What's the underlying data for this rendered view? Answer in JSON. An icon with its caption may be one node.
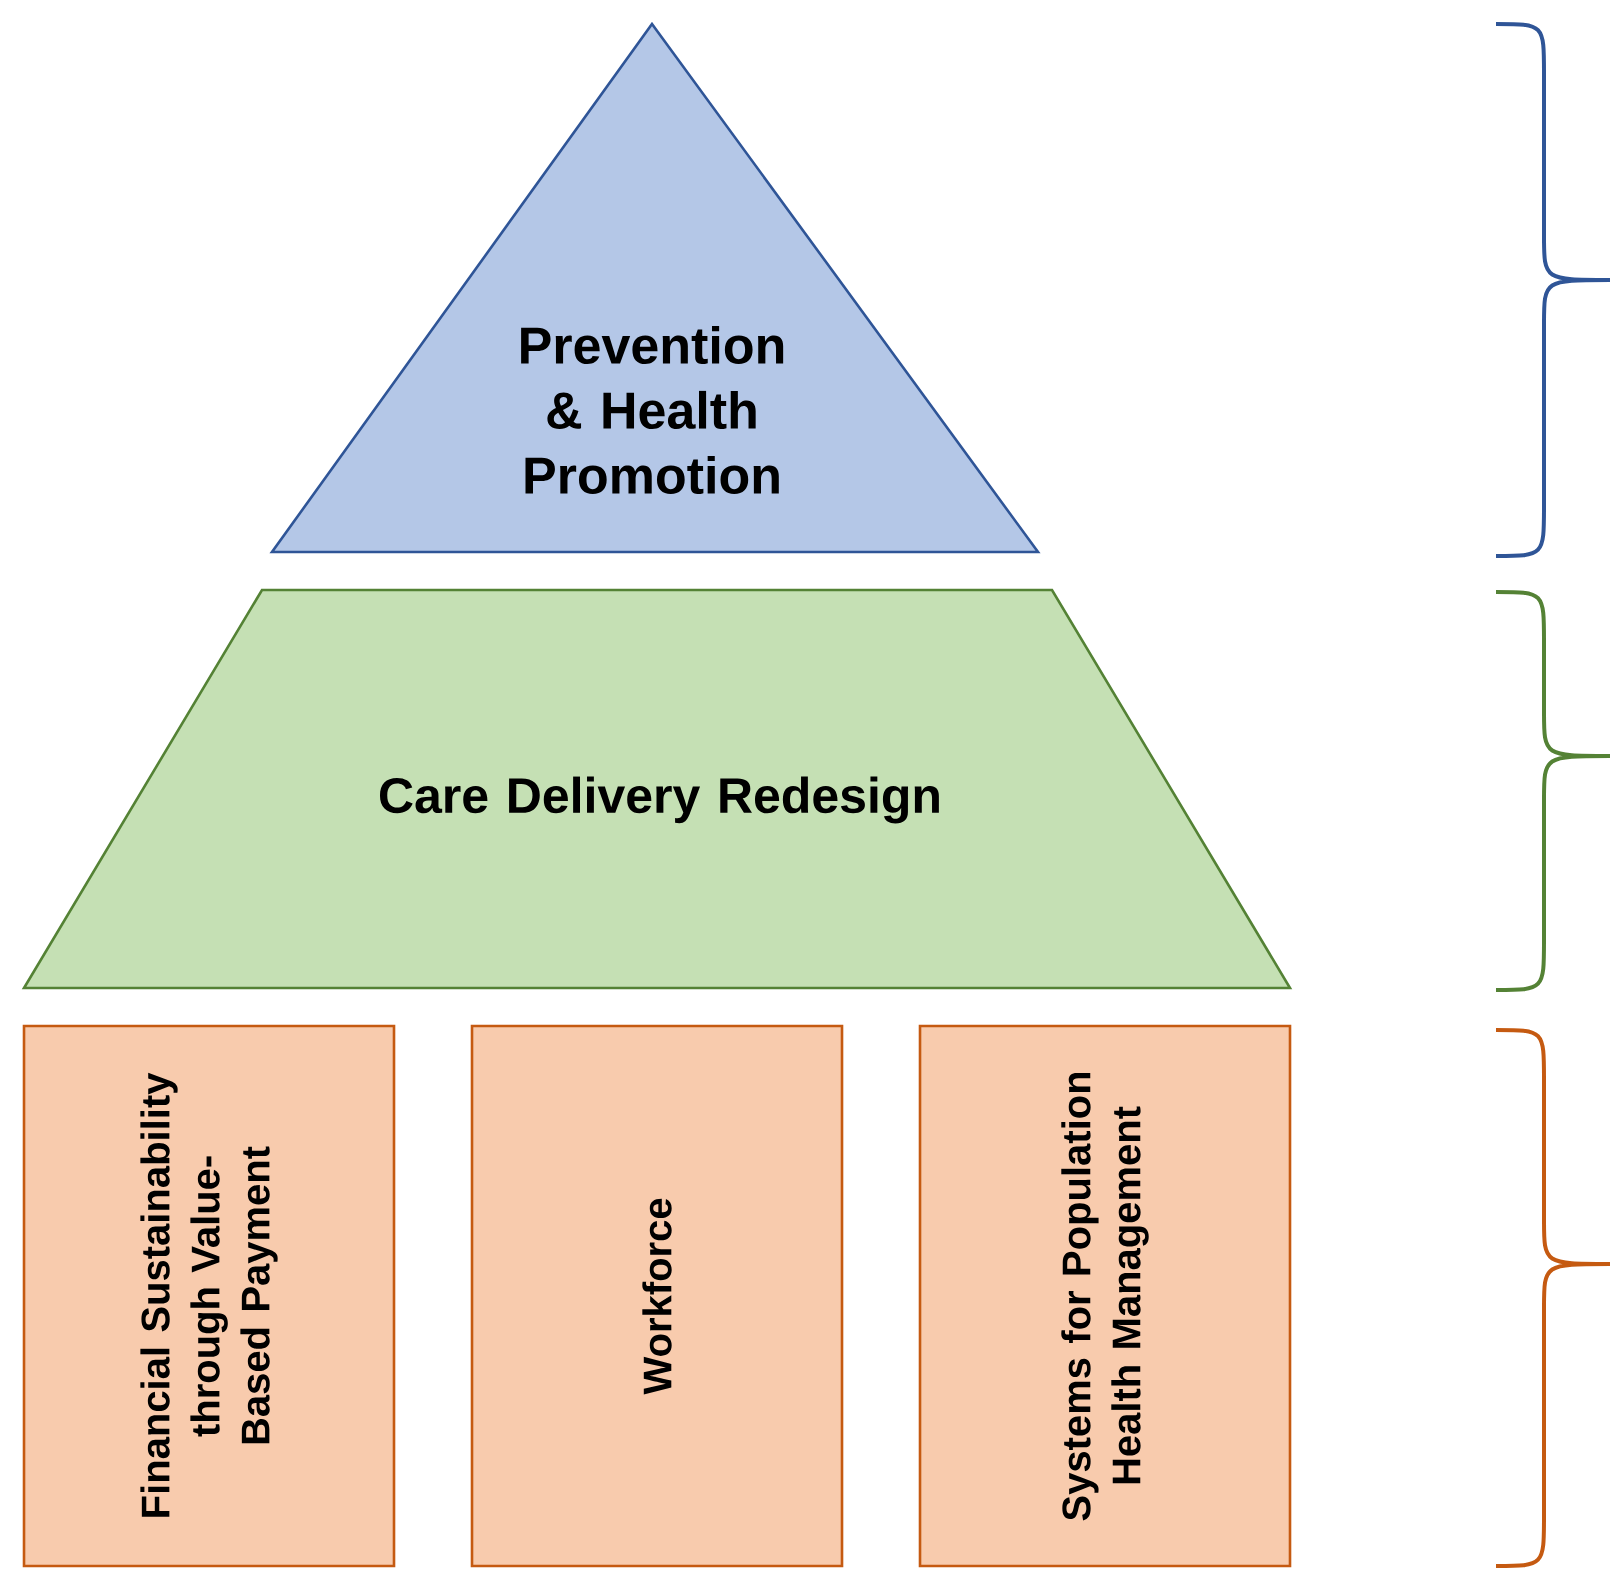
{
  "diagram": {
    "nodes": [
      {
        "text": [
          "Prevention & Health Promotion"
        ]
      },
      {
        "text": [
          "Care Delivery Redesign"
        ]
      },
      {
        "text": [
          "Financial Sustainability through Value-Based Payment"
        ]
      },
      {
        "text": [
          "Workforce"
        ]
      },
      {
        "text": [
          "Systems for Population Health Management"
        ]
      }
    ]
  }
}
